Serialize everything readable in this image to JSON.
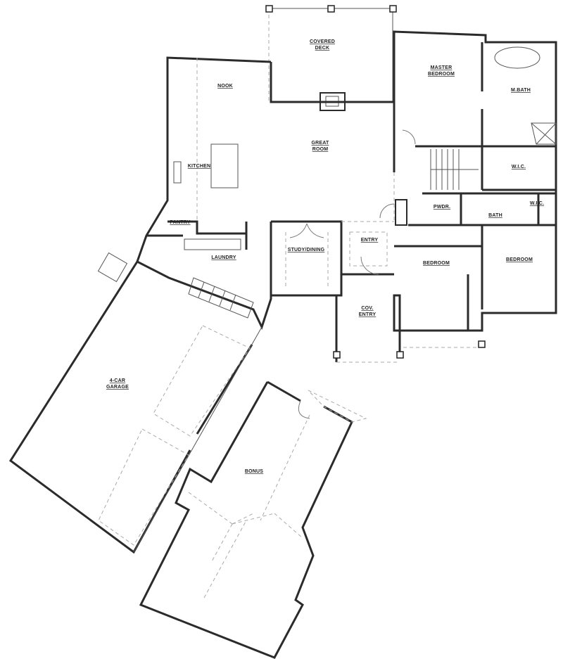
{
  "rooms": {
    "covered_deck": [
      "COVERED",
      "DECK"
    ],
    "nook": "NOOK",
    "master_bedroom": [
      "MASTER",
      "BEDROOM"
    ],
    "master_bath": "M.BATH",
    "great_room": [
      "GREAT",
      "ROOM"
    ],
    "kitchen": "KITCHEN",
    "master_wic": "W.I.C.",
    "pantry": "PANTRY",
    "powder": "PWDR.",
    "bath": "BATH",
    "wic": "W.I.C.",
    "laundry": "LAUNDRY",
    "study_dining": "STUDY/DINING",
    "entry": "ENTRY",
    "bedroom_1": "BEDROOM",
    "bedroom_2": "BEDROOM",
    "covered_entry": [
      "COV.",
      "ENTRY"
    ],
    "garage": [
      "4-CAR",
      "GARAGE"
    ],
    "bonus": "BONUS"
  }
}
